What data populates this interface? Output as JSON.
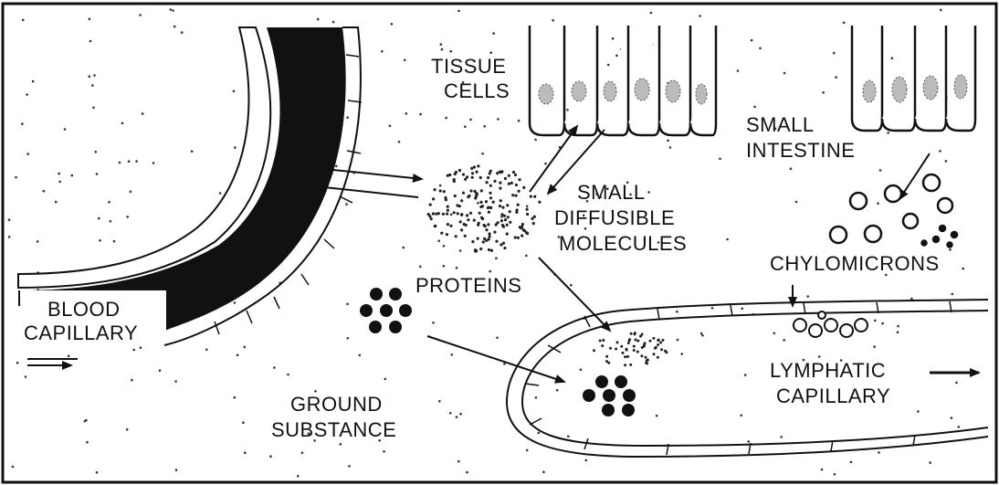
{
  "labels": {
    "tissue_cells_1": "TISSUE",
    "tissue_cells_2": "CELLS",
    "small_intestine_1": "SMALL",
    "small_intestine_2": "INTESTINE",
    "small_diffusible_1": "SMALL",
    "small_diffusible_2": "DIFFUSIBLE",
    "small_diffusible_3": "MOLECULES",
    "chylomicrons": "CHYLOMICRONS",
    "proteins": "PROTEINS",
    "blood_capillary_1": "BLOOD",
    "blood_capillary_2": "CAPILLARY",
    "lymphatic_capillary_1": "LYMPHATIC",
    "lymphatic_capillary_2": "CAPILLARY",
    "ground_substance_1": "GROUND",
    "ground_substance_2": "SUBSTANCE"
  },
  "colors": {
    "ink": "#111111",
    "paper": "#ffffff"
  }
}
